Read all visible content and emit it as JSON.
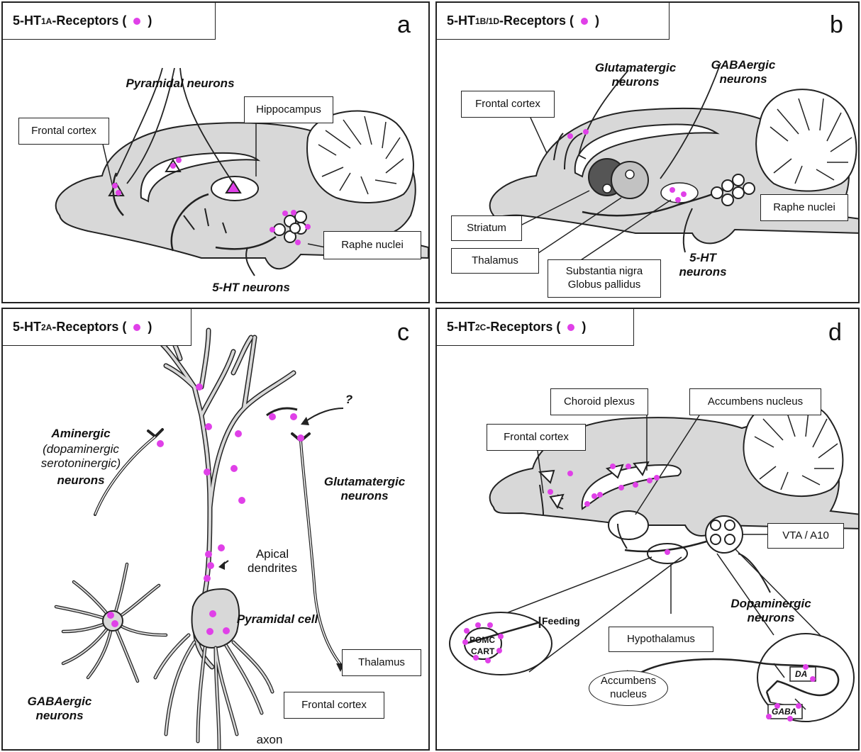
{
  "colors": {
    "receptor_dot": "#e040e8",
    "brain_fill": "#d8d8d8",
    "outline": "#222222"
  },
  "panel_a": {
    "title_main": "5-HT",
    "title_sub": "1A",
    "title_end": "-Receptors (",
    "title_close": ")",
    "letter": "a",
    "pyramidal_neurons": "Pyramidal neurons",
    "hippocampus": "Hippocampus",
    "frontal_cortex": "Frontal cortex",
    "raphe_nuclei": "Raphe nuclei",
    "ht_neurons": "5-HT neurons"
  },
  "panel_b": {
    "title_main": "5-HT",
    "title_sub": "1B/1D",
    "title_end": "-Receptors (",
    "title_close": ")",
    "letter": "b",
    "glutamatergic": "Glutamatergic\nneurons",
    "gabaergic": "GABAergic\nneurons",
    "frontal_cortex": "Frontal cortex",
    "raphe_nuclei": "Raphe nuclei",
    "striatum": "Striatum",
    "thalamus": "Thalamus",
    "substantia": "Substantia nigra\nGlobus pallidus",
    "ht_neurons": "5-HT\nneurons"
  },
  "panel_c": {
    "title_main": "5-HT",
    "title_sub": "2A",
    "title_end": "-Receptors (",
    "title_close": ")",
    "letter": "c",
    "aminergic_a": "Aminergic",
    "aminergic_b": "(dopaminergic\nserotoninergic)",
    "aminergic_c": "neurons",
    "question": "?",
    "glutamatergic": "Glutamatergic\nneurons",
    "apical": "Apical\ndendrites",
    "pyramidal_cell": "Pyramidal cell",
    "thalamus": "Thalamus",
    "gabaergic": "GABAergic\nneurons",
    "frontal_cortex": "Frontal cortex",
    "axon": "axon"
  },
  "panel_d": {
    "title_main": "5-HT",
    "title_sub": "2C",
    "title_end": "-Receptors (",
    "title_close": ")",
    "letter": "d",
    "choroid": "Choroid plexus",
    "accumbens": "Accumbens nucleus",
    "frontal_cortex": "Frontal cortex",
    "vta": "VTA / A10",
    "feeding": "Feeding",
    "pomc": "POMC",
    "cart": "CART",
    "hypothalamus": "Hypothalamus",
    "dopaminergic": "Dopaminergic\nneurons",
    "accumbens_nucleus": "Accumbens\nnucleus",
    "da": "DA",
    "gaba": "GABA"
  }
}
